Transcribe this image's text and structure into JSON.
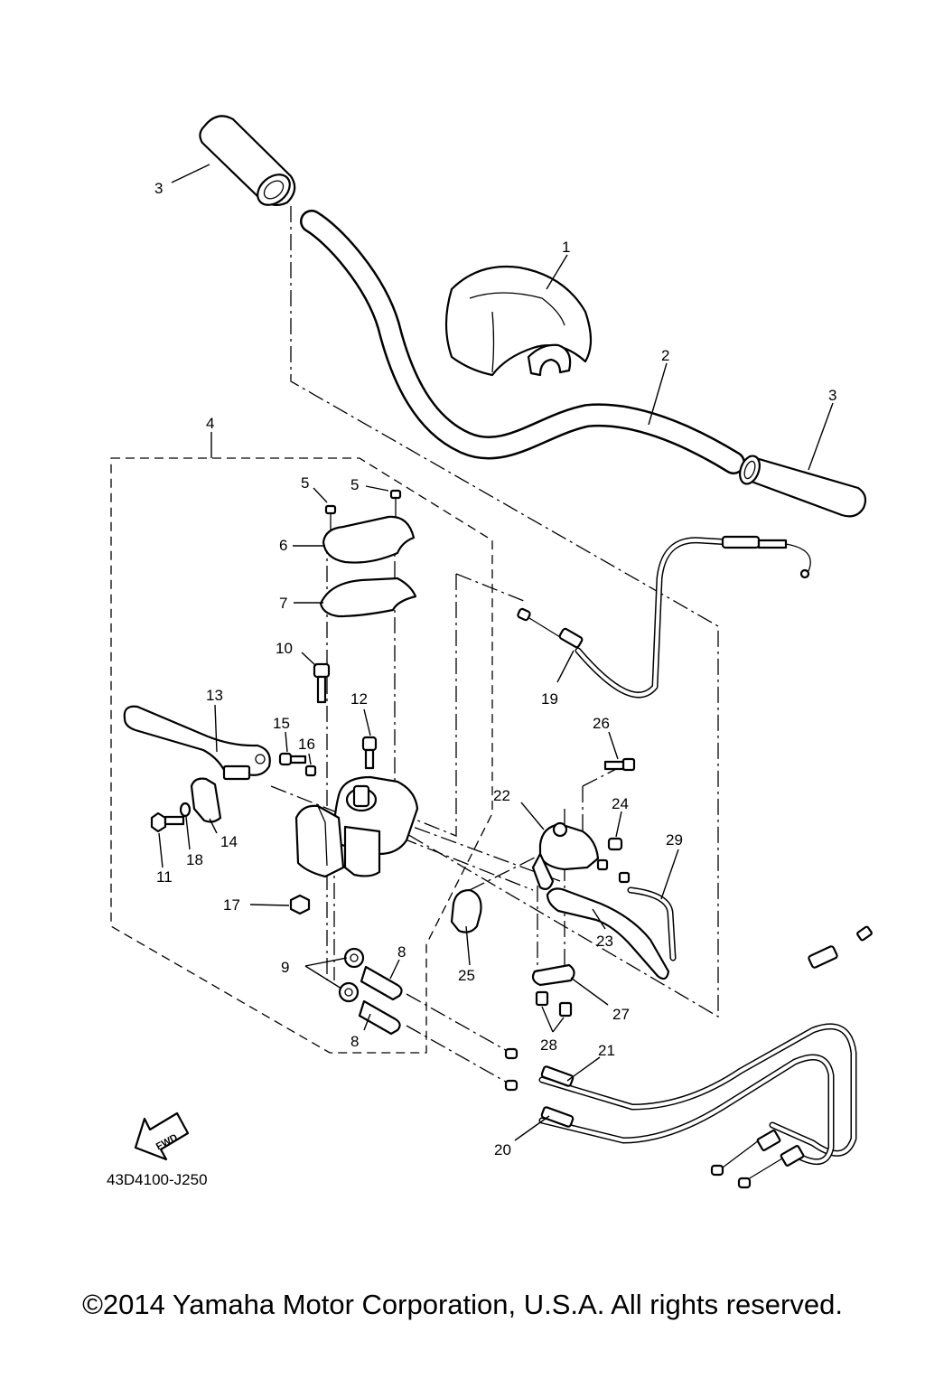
{
  "diagram": {
    "code": "43D4100-J250",
    "copyright": "©2014 Yamaha Motor Corporation, U.S.A. All rights reserved.",
    "fwd_label": "FWD",
    "callouts": {
      "c1": "1",
      "c2": "2",
      "c3a": "3",
      "c3b": "3",
      "c4": "4",
      "c5a": "5",
      "c5b": "5",
      "c6": "6",
      "c7": "7",
      "c8a": "8",
      "c8b": "8",
      "c9": "9",
      "c10": "10",
      "c11": "11",
      "c12": "12",
      "c13": "13",
      "c14": "14",
      "c15": "15",
      "c16": "16",
      "c17": "17",
      "c18": "18",
      "c19": "19",
      "c20": "20",
      "c21": "21",
      "c22": "22",
      "c23": "23",
      "c24": "24",
      "c25": "25",
      "c26": "26",
      "c27": "27",
      "c28": "28",
      "c29": "29"
    }
  }
}
